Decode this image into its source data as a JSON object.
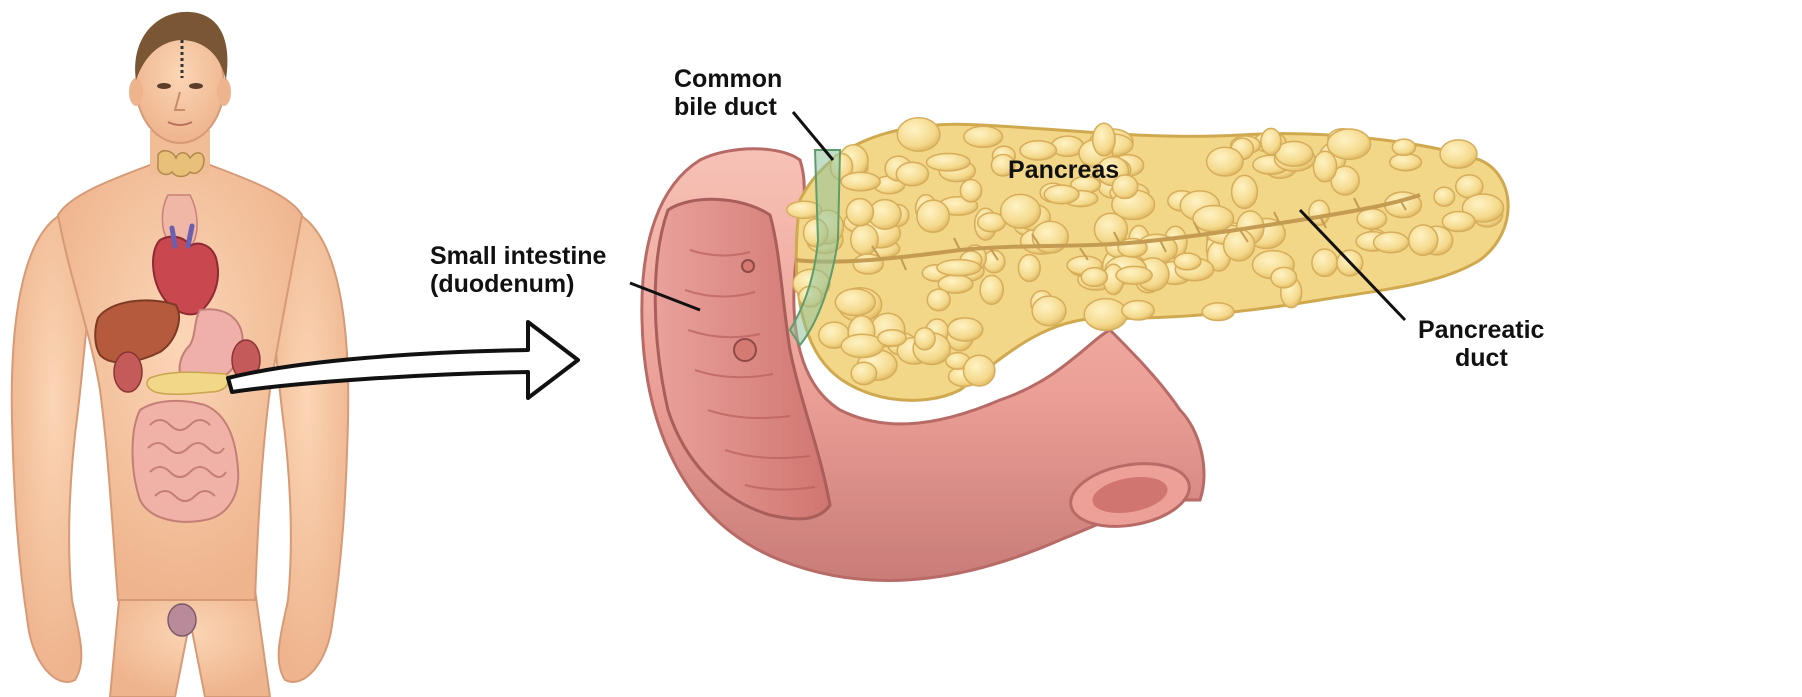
{
  "labels": {
    "common_bile_duct_line1": "Common",
    "common_bile_duct_line2": "bile duct",
    "pancreas": "Pancreas",
    "small_intestine_line1": "Small intestine",
    "small_intestine_line2": "(duodenum)",
    "pancreatic_duct_line1": "Pancreatic",
    "pancreatic_duct_line2": "duct"
  },
  "colors": {
    "skin": "#f6c6a2",
    "skin_shade": "#e6a57f",
    "hair": "#7a5634",
    "pancreas": "#f3d789",
    "pancreas_lobule_edge": "#d9b35c",
    "duodenum": "#eca097",
    "duodenum_inner": "#d8817c",
    "heart": "#c9474f",
    "liver": "#b55a3c",
    "bile_duct": "#8fc39a",
    "arrow_fill": "#ffffff",
    "leader_line": "#111111"
  },
  "icons": [
    "human-body-figure",
    "pointer-arrow",
    "pancreas-illustration",
    "duodenum-illustration"
  ]
}
